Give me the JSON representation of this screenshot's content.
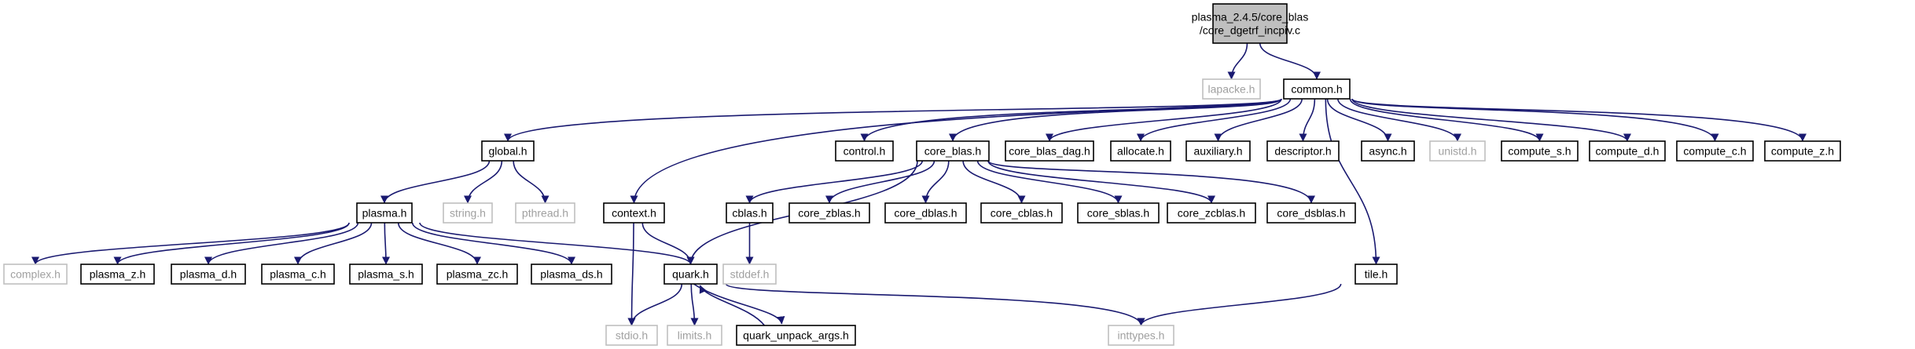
{
  "colors": {
    "edge": "#191970",
    "root_fill": "#bfbfbf",
    "node_fill": "#ffffff",
    "documented_border": "#000000",
    "external_border": "#bfbfbf",
    "external_text": "#a0a0a0",
    "text": "#000000"
  },
  "nodes": [
    {
      "id": "root",
      "label": "plasma_2.4.5/core_blas\n/core_dgetrf_incpiv.c",
      "kind": "root"
    },
    {
      "id": "lapacke",
      "label": "lapacke.h",
      "kind": "external"
    },
    {
      "id": "common",
      "label": "common.h",
      "kind": "documented"
    },
    {
      "id": "global",
      "label": "global.h",
      "kind": "documented"
    },
    {
      "id": "control",
      "label": "control.h",
      "kind": "documented"
    },
    {
      "id": "core_blas",
      "label": "core_blas.h",
      "kind": "documented"
    },
    {
      "id": "core_blas_dag",
      "label": "core_blas_dag.h",
      "kind": "documented"
    },
    {
      "id": "allocate",
      "label": "allocate.h",
      "kind": "documented"
    },
    {
      "id": "auxiliary",
      "label": "auxiliary.h",
      "kind": "documented"
    },
    {
      "id": "descriptor",
      "label": "descriptor.h",
      "kind": "documented"
    },
    {
      "id": "async",
      "label": "async.h",
      "kind": "documented"
    },
    {
      "id": "unistd",
      "label": "unistd.h",
      "kind": "external"
    },
    {
      "id": "compute_s",
      "label": "compute_s.h",
      "kind": "documented"
    },
    {
      "id": "compute_d",
      "label": "compute_d.h",
      "kind": "documented"
    },
    {
      "id": "compute_c",
      "label": "compute_c.h",
      "kind": "documented"
    },
    {
      "id": "compute_z",
      "label": "compute_z.h",
      "kind": "documented"
    },
    {
      "id": "plasma",
      "label": "plasma.h",
      "kind": "documented"
    },
    {
      "id": "string",
      "label": "string.h",
      "kind": "external"
    },
    {
      "id": "pthread",
      "label": "pthread.h",
      "kind": "external"
    },
    {
      "id": "context",
      "label": "context.h",
      "kind": "documented"
    },
    {
      "id": "cblas",
      "label": "cblas.h",
      "kind": "documented"
    },
    {
      "id": "core_zblas",
      "label": "core_zblas.h",
      "kind": "documented"
    },
    {
      "id": "core_dblas",
      "label": "core_dblas.h",
      "kind": "documented"
    },
    {
      "id": "core_cblas",
      "label": "core_cblas.h",
      "kind": "documented"
    },
    {
      "id": "core_sblas",
      "label": "core_sblas.h",
      "kind": "documented"
    },
    {
      "id": "core_zcblas",
      "label": "core_zcblas.h",
      "kind": "documented"
    },
    {
      "id": "core_dsblas",
      "label": "core_dsblas.h",
      "kind": "documented"
    },
    {
      "id": "complex",
      "label": "complex.h",
      "kind": "external"
    },
    {
      "id": "plasma_z",
      "label": "plasma_z.h",
      "kind": "documented"
    },
    {
      "id": "plasma_d",
      "label": "plasma_d.h",
      "kind": "documented"
    },
    {
      "id": "plasma_c",
      "label": "plasma_c.h",
      "kind": "documented"
    },
    {
      "id": "plasma_s",
      "label": "plasma_s.h",
      "kind": "documented"
    },
    {
      "id": "plasma_zc",
      "label": "plasma_zc.h",
      "kind": "documented"
    },
    {
      "id": "plasma_ds",
      "label": "plasma_ds.h",
      "kind": "documented"
    },
    {
      "id": "quark",
      "label": "quark.h",
      "kind": "documented"
    },
    {
      "id": "stddef",
      "label": "stddef.h",
      "kind": "external"
    },
    {
      "id": "tile",
      "label": "tile.h",
      "kind": "documented"
    },
    {
      "id": "stdio",
      "label": "stdio.h",
      "kind": "external"
    },
    {
      "id": "limits",
      "label": "limits.h",
      "kind": "external"
    },
    {
      "id": "quark_unpack_args",
      "label": "quark_unpack_args.h",
      "kind": "documented"
    },
    {
      "id": "inttypes",
      "label": "inttypes.h",
      "kind": "external"
    }
  ],
  "edges": [
    [
      "root",
      "lapacke"
    ],
    [
      "root",
      "common"
    ],
    [
      "common",
      "global"
    ],
    [
      "common",
      "context"
    ],
    [
      "common",
      "control"
    ],
    [
      "common",
      "core_blas"
    ],
    [
      "common",
      "core_blas_dag"
    ],
    [
      "common",
      "allocate"
    ],
    [
      "common",
      "auxiliary"
    ],
    [
      "common",
      "descriptor"
    ],
    [
      "common",
      "tile"
    ],
    [
      "common",
      "async"
    ],
    [
      "common",
      "unistd"
    ],
    [
      "common",
      "compute_s"
    ],
    [
      "common",
      "compute_d"
    ],
    [
      "common",
      "compute_c"
    ],
    [
      "common",
      "compute_z"
    ],
    [
      "global",
      "plasma"
    ],
    [
      "global",
      "string"
    ],
    [
      "global",
      "pthread"
    ],
    [
      "plasma",
      "complex"
    ],
    [
      "plasma",
      "plasma_z"
    ],
    [
      "plasma",
      "plasma_d"
    ],
    [
      "plasma",
      "plasma_c"
    ],
    [
      "plasma",
      "plasma_s"
    ],
    [
      "plasma",
      "plasma_zc"
    ],
    [
      "plasma",
      "plasma_ds"
    ],
    [
      "plasma",
      "quark"
    ],
    [
      "core_blas",
      "quark"
    ],
    [
      "core_blas",
      "cblas"
    ],
    [
      "core_blas",
      "core_zblas"
    ],
    [
      "core_blas",
      "core_dblas"
    ],
    [
      "core_blas",
      "core_cblas"
    ],
    [
      "core_blas",
      "core_sblas"
    ],
    [
      "core_blas",
      "core_zcblas"
    ],
    [
      "core_blas",
      "core_dsblas"
    ],
    [
      "context",
      "quark"
    ],
    [
      "context",
      "stdio"
    ],
    [
      "cblas",
      "stddef"
    ],
    [
      "quark",
      "stdio"
    ],
    [
      "quark",
      "limits"
    ],
    [
      "quark",
      "quark_unpack_args"
    ],
    [
      "quark",
      "inttypes"
    ],
    [
      "quark_unpack_args",
      "quark"
    ],
    [
      "tile",
      "inttypes"
    ]
  ]
}
